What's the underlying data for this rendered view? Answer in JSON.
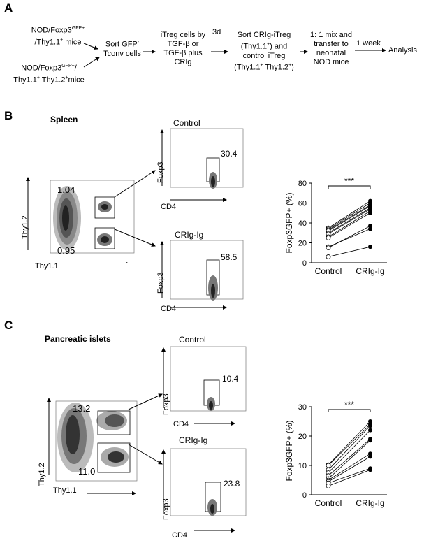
{
  "panelA": {
    "letter": "A",
    "mouse1_line1": "NOD/Foxp3",
    "mouse1_sup": "GFP+",
    "mouse1_line2": "/Thy1.1",
    "mouse1_sup2": "+",
    "mouse1_line2b": " mice",
    "mouse2_line1": "NOD/Foxp3",
    "mouse2_sup": "GFP+",
    "mouse2_line1b": "/",
    "mouse2_line2": "Thy1.1",
    "mouse2_sup2": "+",
    "mouse2_line2b": " Thy1.2",
    "mouse2_sup3": "+",
    "mouse2_line2c": "mice",
    "step1_line1": "Sort GFP",
    "step1_sup": "-",
    "step1_line2": "Tconv cells",
    "step2_line1": "iTreg cells by",
    "step2_line2": "TGF-β or",
    "step2_line3": "TGF-β plus",
    "step2_line4": "CRIg",
    "arrow_label_3d": "3d",
    "step3_line1": "Sort CRIg-iTreg",
    "step3_line2": "(Thy1.1",
    "step3_sup": "+",
    "step3_line2b": ") and",
    "step3_line3": "control iTreg",
    "step3_line4": "(Thy1.1",
    "step3_sup2": "+",
    "step3_line4b": " Thy1.2",
    "step3_sup3": "+",
    "step3_line4c": ")",
    "step4_line1": "1: 1 mix and",
    "step4_line2": "transfer to",
    "step4_line3": "neonatal",
    "step4_line4": "NOD mice",
    "arrow_label_week": "1 week",
    "step5": "Analysis"
  },
  "panelB": {
    "letter": "B",
    "title": "Spleen",
    "main_plot": {
      "ylabel": "Thy1.2",
      "xlabel": "Thy1.1",
      "upper_gate": "1.04",
      "lower_gate": "0.95"
    },
    "control_plot": {
      "title": "Control",
      "ylabel": "Foxp3",
      "xlabel": "CD4",
      "gate_value": "30.4"
    },
    "crig_plot": {
      "title": "CRIg-Ig",
      "ylabel": "Foxp3",
      "xlabel": "CD4",
      "gate_value": "58.5"
    }
  },
  "panelC": {
    "letter": "C",
    "title": "Pancreatic islets",
    "main_plot": {
      "ylabel": "Thy1.2",
      "xlabel": "Thy1.1",
      "upper_gate": "13.2",
      "lower_gate": "11.0"
    },
    "control_plot": {
      "title": "Control",
      "ylabel": "Foxp3",
      "xlabel": "CD4",
      "gate_value": "10.4"
    },
    "crig_plot": {
      "title": "CRIg-Ig",
      "ylabel": "Foxp3",
      "xlabel": "CD4",
      "gate_value": "23.8"
    }
  },
  "chart_data": [
    {
      "type": "scatter",
      "panel": "B",
      "categories": [
        "Control",
        "CRIg-Ig"
      ],
      "ylabel": "Foxp3GFP+ (%)",
      "ylim": [
        0,
        80
      ],
      "yticks": [
        "0",
        "20",
        "40",
        "60",
        "80"
      ],
      "significance": "***",
      "pairs": [
        [
          35,
          62
        ],
        [
          34,
          60
        ],
        [
          33,
          58
        ],
        [
          32,
          57
        ],
        [
          30,
          55
        ],
        [
          29,
          54
        ],
        [
          26,
          52
        ],
        [
          25,
          50
        ],
        [
          16,
          34
        ],
        [
          15,
          37
        ],
        [
          6,
          16
        ]
      ]
    },
    {
      "type": "scatter",
      "panel": "C",
      "categories": [
        "Control",
        "CRIg-Ig"
      ],
      "ylabel": "Foxp3GFP+ (%)",
      "ylim": [
        0,
        30
      ],
      "yticks": [
        "0",
        "10",
        "20",
        "30"
      ],
      "significance": "***",
      "pairs": [
        [
          10.2,
          25
        ],
        [
          10,
          24
        ],
        [
          8.5,
          23.5
        ],
        [
          7.5,
          22
        ],
        [
          6.5,
          19
        ],
        [
          5.5,
          18.5
        ],
        [
          5,
          14
        ],
        [
          4.5,
          13
        ],
        [
          4,
          9
        ],
        [
          3,
          8.5
        ]
      ]
    }
  ]
}
